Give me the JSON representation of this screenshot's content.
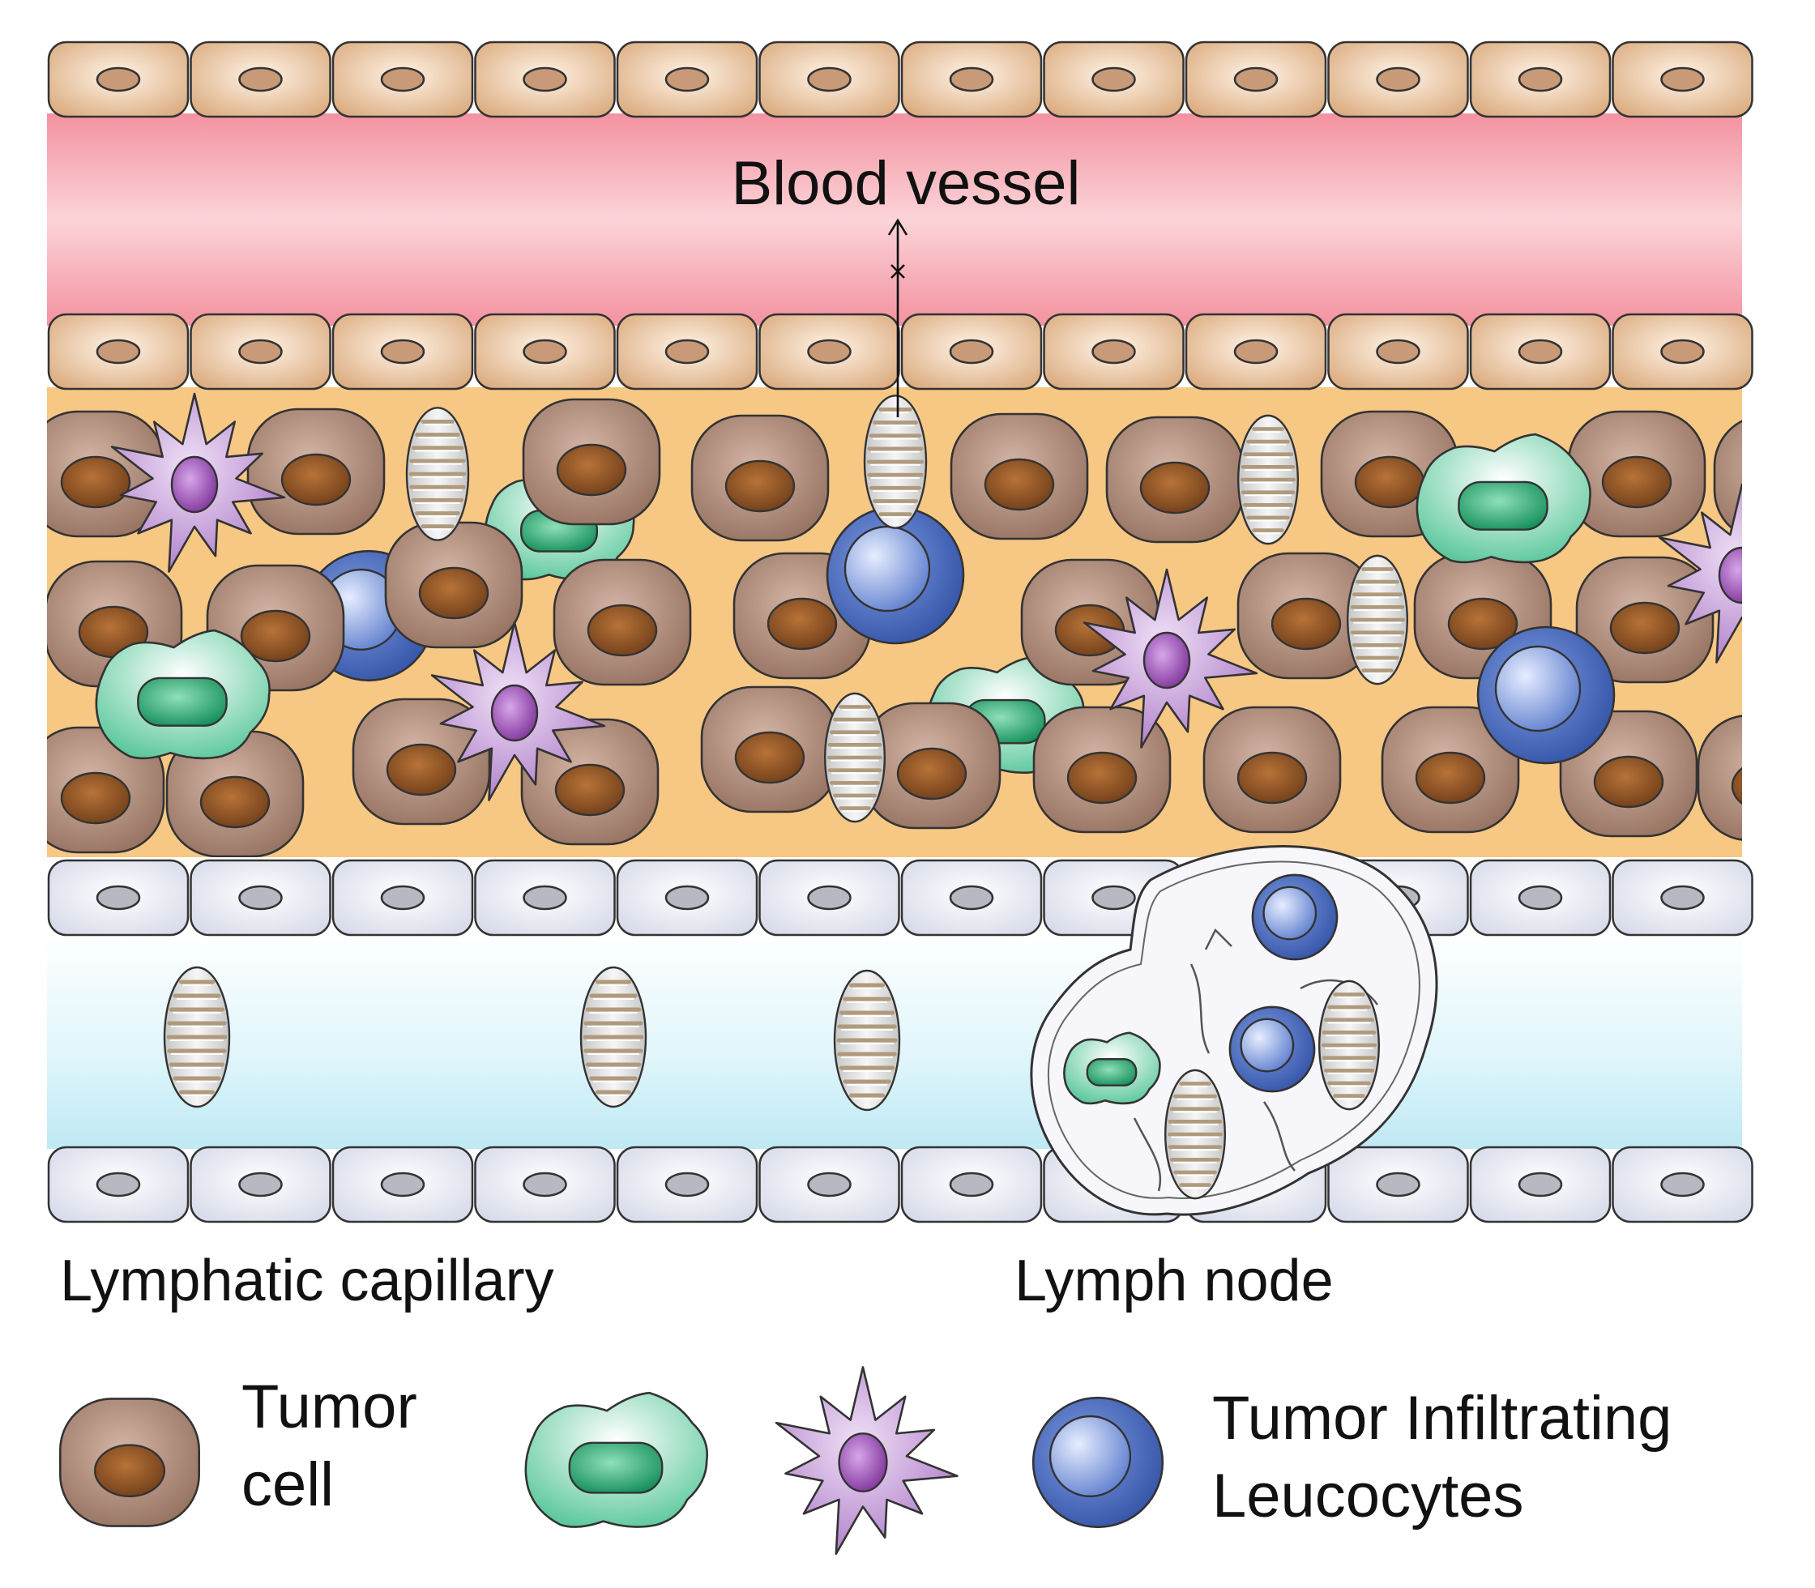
{
  "labels": {
    "blood_vessel": "Blood vessel",
    "lymphatic_capillary": "Lymphatic capillary",
    "lymph_node": "Lymph node"
  },
  "legend": {
    "tumor_cell_line1": "Tumor",
    "tumor_cell_line2": "cell",
    "til_line1": "Tumor Infiltrating",
    "til_line2": "Leucocytes"
  },
  "colors": {
    "blood": "#f3a2ac",
    "blood_endothelium": "#e7bf97",
    "stroma": "#f7c784",
    "lymph": "#cdeef6",
    "lymph_endothelium": "#e4e7f2",
    "tumor_cell": "#a98371",
    "tumor_nucleus": "#8a4f22",
    "macrophage": "#6ad0a4",
    "macrophage_nucleus": "#13925d",
    "dendritic_cell": "#c79cd9",
    "dendritic_nucleus": "#8d3fa6",
    "lymphocyte": "#3b5fb4",
    "lymphocyte_inner": "#7b99de",
    "t_cell_capsule": "#e3e3e3",
    "outline": "#333333"
  },
  "icons": {
    "tumor_cell": "tumor-cell-icon",
    "macrophage": "macrophage-icon",
    "dendritic_cell": "dendritic-cell-icon",
    "lymphocyte": "lymphocyte-icon",
    "t_cell": "t-cell-icon",
    "lymph_node": "lymph-node-icon"
  }
}
